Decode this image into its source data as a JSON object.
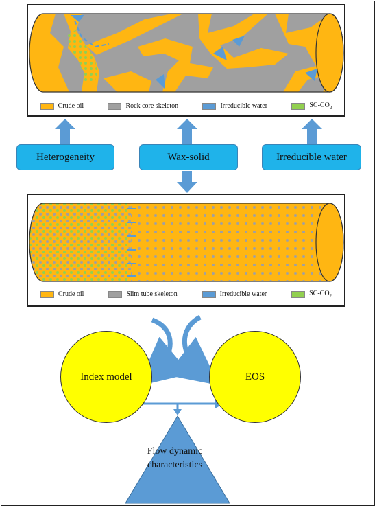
{
  "top_panel": {
    "legend": [
      "Crude oil",
      "Rock core skeleton",
      "Irreducible water",
      "SC-CO"
    ],
    "co2_subscript": "2"
  },
  "factors": [
    "Heterogeneity",
    "Wax-solid",
    "Irreducible water"
  ],
  "middle_panel": {
    "legend": [
      "Crude oil",
      "Slim tube skeleton",
      "Irreducible water",
      "SC-CO"
    ],
    "co2_subscript": "2"
  },
  "models": {
    "left": "Index model",
    "right": "EOS"
  },
  "result": {
    "line1": "Flow dynamic",
    "line2": "characteristics"
  },
  "colors": {
    "crude_oil": "#ffb612",
    "skeleton": "#a0a0a0",
    "irreducible_water": "#5b9bd5",
    "sc_co2": "#92d050",
    "factor_box": "#1fb3ea",
    "arrow": "#5b9bd5",
    "model_circle": "#ffff00",
    "result_triangle": "#5b9bd5"
  }
}
